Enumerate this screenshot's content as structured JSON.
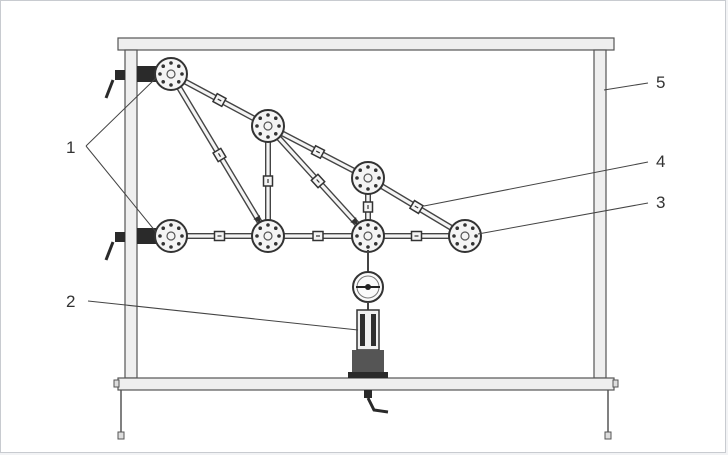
{
  "diagram": {
    "labels": {
      "fixed_supports": "1",
      "load_device": "2",
      "node_disc": "3",
      "bar_member": "4",
      "frame": "5"
    },
    "colors": {
      "line": "#444444",
      "fill_light": "#f4f4f4",
      "fill_frame": "#efefef",
      "dark": "#2a2a2a",
      "mid": "#7a7a7a"
    }
  }
}
